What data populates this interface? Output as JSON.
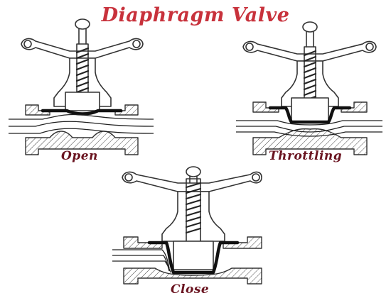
{
  "title": "Diaphragm Valve",
  "labels": {
    "open": "Open",
    "throttling": "Throttling",
    "close": "Close"
  },
  "colors": {
    "title": "#c8323c",
    "label": "#6a1420",
    "line": "#333333"
  }
}
